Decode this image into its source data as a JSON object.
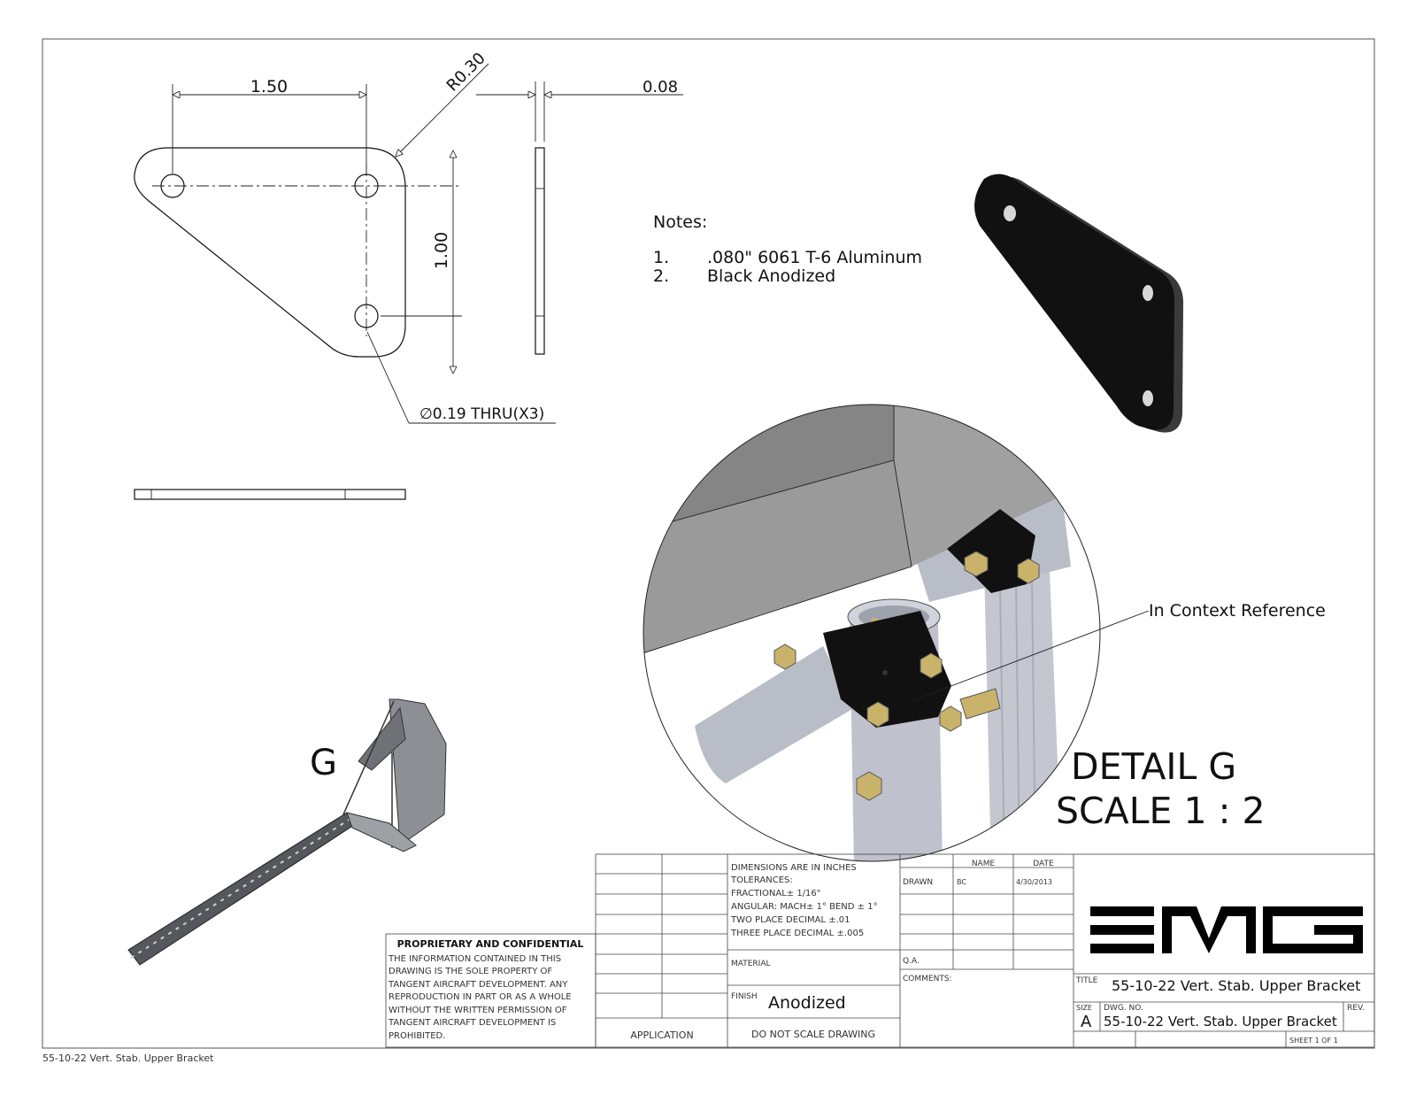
{
  "drawing": {
    "dims": {
      "width": "1.50",
      "radius": "R0.30",
      "thickness": "0.08",
      "height": "1.00",
      "hole": "∅0.19 THRU(X3)"
    },
    "notes": {
      "heading": "Notes:",
      "items": [
        {
          "num": "1.",
          "text": ".080\" 6061 T-6 Aluminum"
        },
        {
          "num": "2.",
          "text": "Black Anodized"
        }
      ]
    },
    "detail": {
      "label": "G",
      "title": "DETAIL G",
      "scale": "SCALE 1 : 2",
      "callout": "In Context Reference"
    },
    "part_color": "#111111",
    "tube_color": "#b9bdc8",
    "skin_color": "#8f8f8f",
    "hardware_color": "#c9b36a"
  },
  "title_block": {
    "proprietary": {
      "heading": "PROPRIETARY AND CONFIDENTIAL",
      "lines": [
        "THE INFORMATION CONTAINED IN THIS",
        "DRAWING IS THE SOLE PROPERTY OF",
        "TANGENT AIRCRAFT DEVELOPMENT.  ANY",
        "REPRODUCTION IN PART OR AS A WHOLE",
        "WITHOUT THE WRITTEN PERMISSION OF",
        "TANGENT AIRCRAFT DEVELOPMENT IS",
        "PROHIBITED."
      ]
    },
    "application": "APPLICATION",
    "tolerances": [
      "DIMENSIONS ARE IN INCHES",
      "TOLERANCES:",
      "FRACTIONAL± 1/16\"",
      "ANGULAR: MACH± 1° BEND ± 1°",
      "TWO PLACE DECIMAL    ±.01",
      "THREE PLACE DECIMAL  ±.005"
    ],
    "material_label": "MATERIAL",
    "finish_label": "FINISH",
    "finish_value": "Anodized",
    "no_scale": "DO  NOT  SCALE  DRAWING",
    "name_header": "NAME",
    "date_header": "DATE",
    "drawn_label": "DRAWN",
    "drawn_name": "BC",
    "drawn_date": "4/30/2013",
    "qa_label": "Q.A.",
    "comments_label": "COMMENTS:",
    "logo": "EMG",
    "title_label": "TITLE",
    "title": "55-10-22 Vert. Stab. Upper Bracket",
    "size_label": "SIZE",
    "size": "A",
    "dwg_no_label": "DWG.  NO.",
    "dwg_no": "55-10-22 Vert. Stab. Upper Bracket",
    "rev_label": "REV.",
    "sheet": "SHEET 1 OF 1"
  },
  "footer": "55-10-22 Vert. Stab. Upper Bracket"
}
